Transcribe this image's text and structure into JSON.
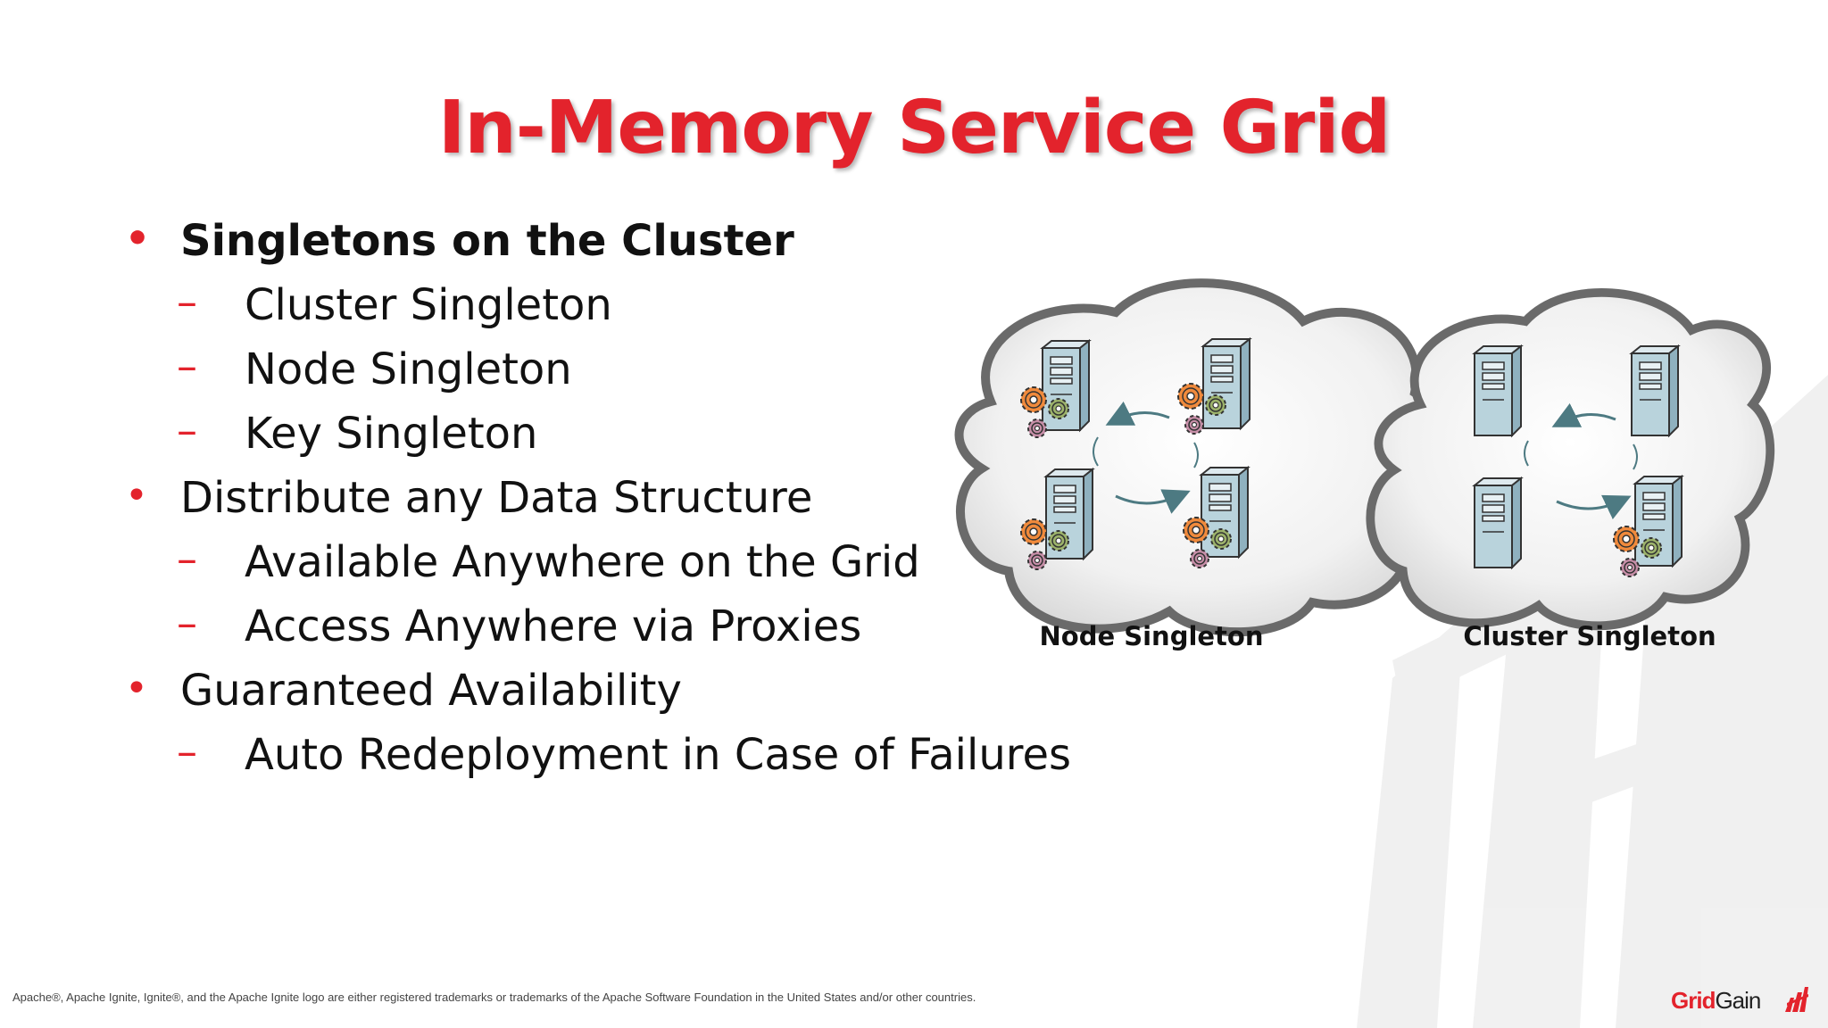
{
  "title": "In-Memory Service Grid",
  "bullets": [
    {
      "level": 1,
      "text": "Singletons on the Cluster",
      "bold": true
    },
    {
      "level": 2,
      "text": "Cluster Singleton"
    },
    {
      "level": 2,
      "text": "Node Singleton"
    },
    {
      "level": 2,
      "text": "Key Singleton"
    },
    {
      "level": 1,
      "text": "Distribute any Data Structure"
    },
    {
      "level": 2,
      "text": "Available Anywhere on the Grid"
    },
    {
      "level": 2,
      "text": "Access Anywhere via Proxies"
    },
    {
      "level": 1,
      "text": "Guaranteed Availability"
    },
    {
      "level": 2,
      "text": "Auto Redeployment in Case of Failures"
    }
  ],
  "markers": {
    "level1": "•",
    "level2": "–"
  },
  "diagram": {
    "left_caption": "Node Singleton",
    "right_caption": "Cluster Singleton"
  },
  "footer": "Apache®, Apache Ignite, Ignite®, and the Apache Ignite logo are either registered trademarks or trademarks of the Apache Software Foundation in the United States and/or other countries.",
  "logo": {
    "part1": "Grid",
    "part2": "Gain"
  },
  "colors": {
    "accent": "#e3232c",
    "text": "#111111",
    "server": "#b9d3dc"
  }
}
